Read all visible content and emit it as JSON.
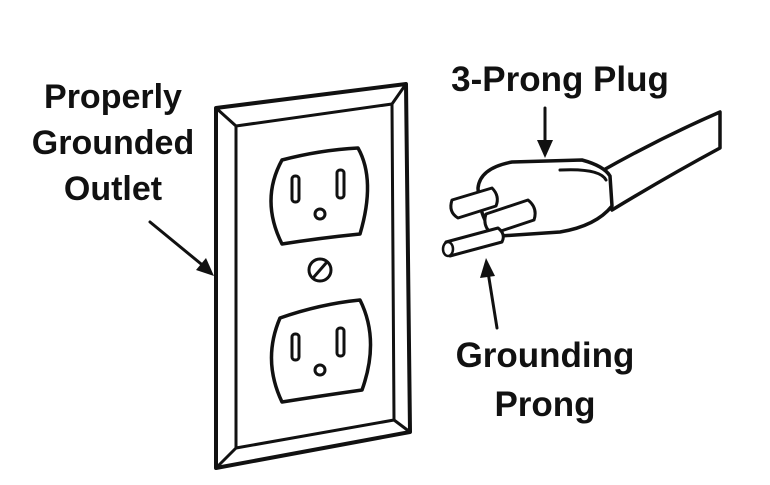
{
  "labels": {
    "outlet_line1": "Properly",
    "outlet_line2": "Grounded",
    "outlet_line3": "Outlet",
    "plug": "3-Prong Plug",
    "grounding_line1": "Grounding",
    "grounding_line2": "Prong"
  },
  "colors": {
    "ink": "#111111",
    "background": "#ffffff"
  }
}
